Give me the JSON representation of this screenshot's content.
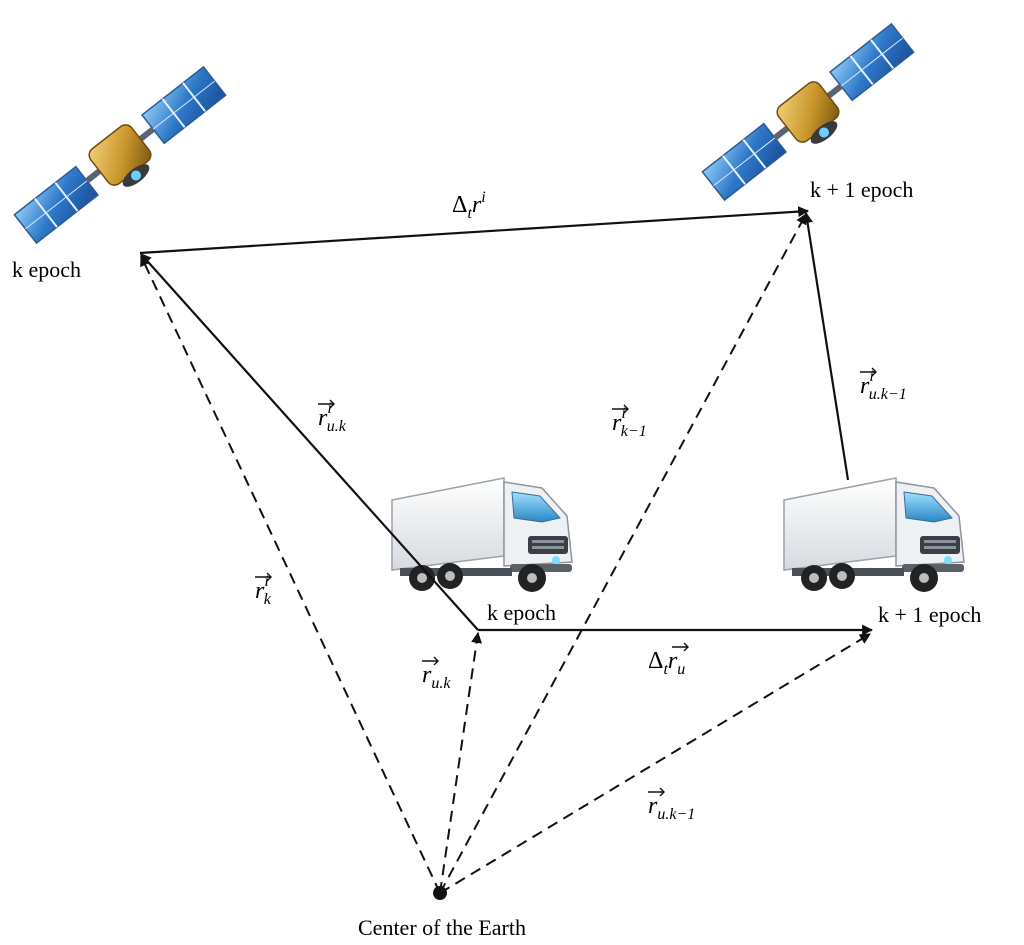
{
  "labels": {
    "sat_k_epoch": "k epoch",
    "sat_k1_epoch": "k + 1 epoch",
    "truck_k_epoch": "k epoch",
    "truck_k1_epoch": "k + 1 epoch",
    "center": "Center of the Earth"
  },
  "vectors": {
    "delta_sat": {
      "base": "Δ",
      "sub": "t",
      "body": "r",
      "sup": "i"
    },
    "delta_user": {
      "base": "Δ",
      "sub": "t",
      "body": "r",
      "sub2": "u"
    },
    "r_uk_i": {
      "body": "r",
      "sub": "u.k",
      "sup": "i"
    },
    "r_k1_i": {
      "body": "r",
      "sub": "k−1",
      "sup": "i"
    },
    "r_uk1_i": {
      "body": "r",
      "sub": "u.k−1",
      "sup": "i"
    },
    "r_k_i": {
      "body": "r",
      "sub": "k",
      "sup": "i"
    },
    "r_uk": {
      "body": "r",
      "sub": "u.k"
    },
    "r_uk1": {
      "body": "r",
      "sub": "u.k−1"
    }
  },
  "icons": {
    "satellite": "satellite-icon",
    "truck": "truck-icon",
    "earth_center": "center-dot"
  },
  "colors": {
    "line": "#111111",
    "panel_blue": "#2f78c8",
    "panel_light": "#6fb4ef",
    "gold": "#c9962a",
    "truck_body": "#f2f4f6",
    "glass": "#3fa3d8"
  }
}
